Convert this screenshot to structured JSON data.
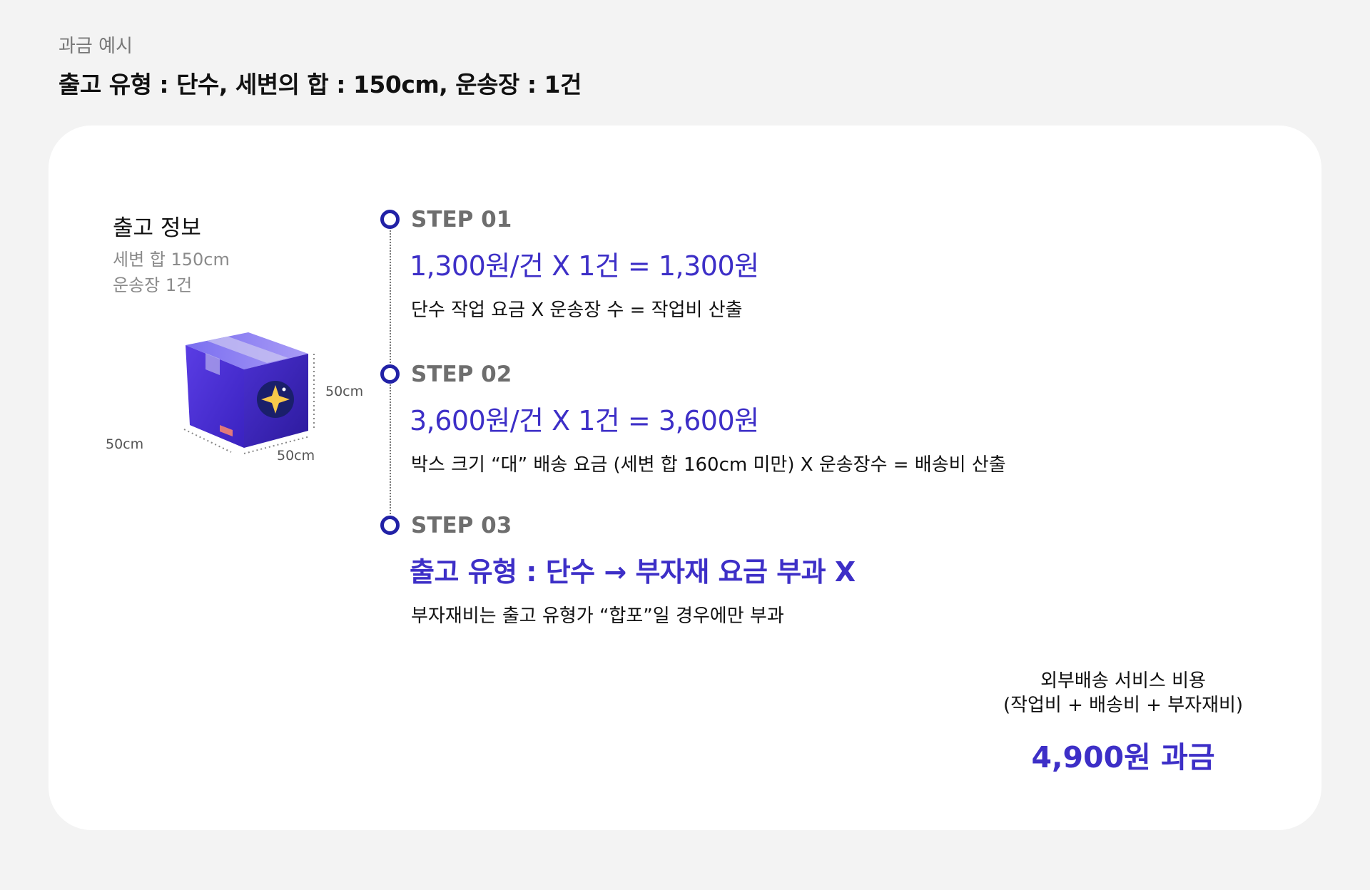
{
  "header": {
    "subtitle": "과금 예시",
    "title": "출고 유형 : 단수, 세변의 합 : 150cm, 운송장  : 1건"
  },
  "shipment_info": {
    "title": "출고 정보",
    "line1": "세변 합 150cm",
    "line2": "운송장 1건"
  },
  "box": {
    "height_label": "50cm",
    "width_label": "50cm",
    "depth_label": "50cm",
    "colors": {
      "front": "#4a2fd6",
      "side": "#3423a8",
      "top": "#8f7ff0",
      "badge": "#1a1f6b",
      "star": "#f8c84a"
    }
  },
  "steps": [
    {
      "label": "STEP 01",
      "formula": "1,300원/건 X 1건 = 1,300원",
      "desc": "단수 작업 요금 X 운송장 수 = 작업비 산출"
    },
    {
      "label": "STEP 02",
      "formula": "3,600원/건 X 1건 = 3,600원",
      "desc": "박스 크기 “대” 배송 요금 (세변 합 160cm 미만) X 운송장수 = 배송비 산출"
    },
    {
      "label": "STEP 03",
      "formula": "출고 유형 : 단수 → 부자재 요금 부과 X",
      "desc": "부자재비는 출고 유형가 “합포”일 경우에만 부과"
    }
  ],
  "total": {
    "caption1": "외부배송 서비스 비용",
    "caption2": "(작업비 + 배송비 + 부자재비)",
    "value": "4,900원 과금"
  },
  "colors": {
    "accent": "#3d2fc7",
    "dot": "#2121a6",
    "background": "#f3f3f3",
    "card": "#ffffff"
  }
}
